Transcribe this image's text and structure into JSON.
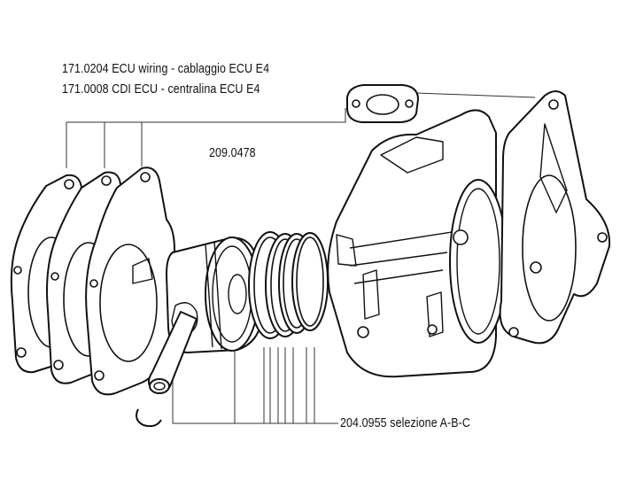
{
  "labels": {
    "ecu_wiring": "171.0204 ECU wiring - cablaggio ECU E4",
    "cdi_ecu": "171.0008 CDI ECU - centralina ECU E4",
    "gasket": "209.0478",
    "kit": "204.0955 selezione A-B-C"
  },
  "colors": {
    "line": "#111111",
    "background": "#ffffff"
  }
}
